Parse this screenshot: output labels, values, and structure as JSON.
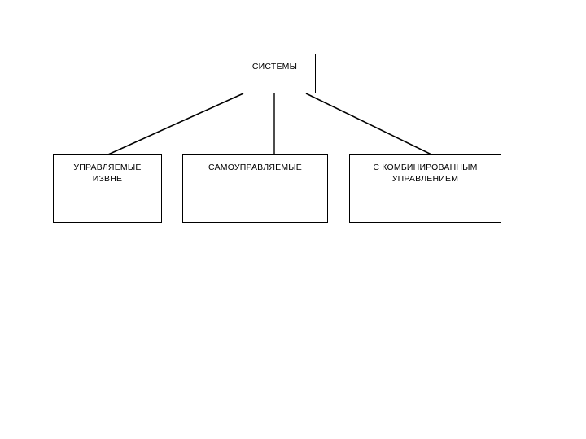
{
  "diagram": {
    "title_text": "СИСТЕМЫ",
    "background_color": "#ffffff",
    "line_color": "#000000",
    "root": {
      "label": "СИСТЕМЫ"
    },
    "children": [
      {
        "label": "УПРАВЛЯЕМЫЕ\nИЗВНЕ"
      },
      {
        "label": "САМОУПРАВЛЯЕМЫЕ"
      },
      {
        "label": "С КОМБИНИРОВАННЫМ\nУПРАВЛЕНИЕМ"
      }
    ]
  }
}
